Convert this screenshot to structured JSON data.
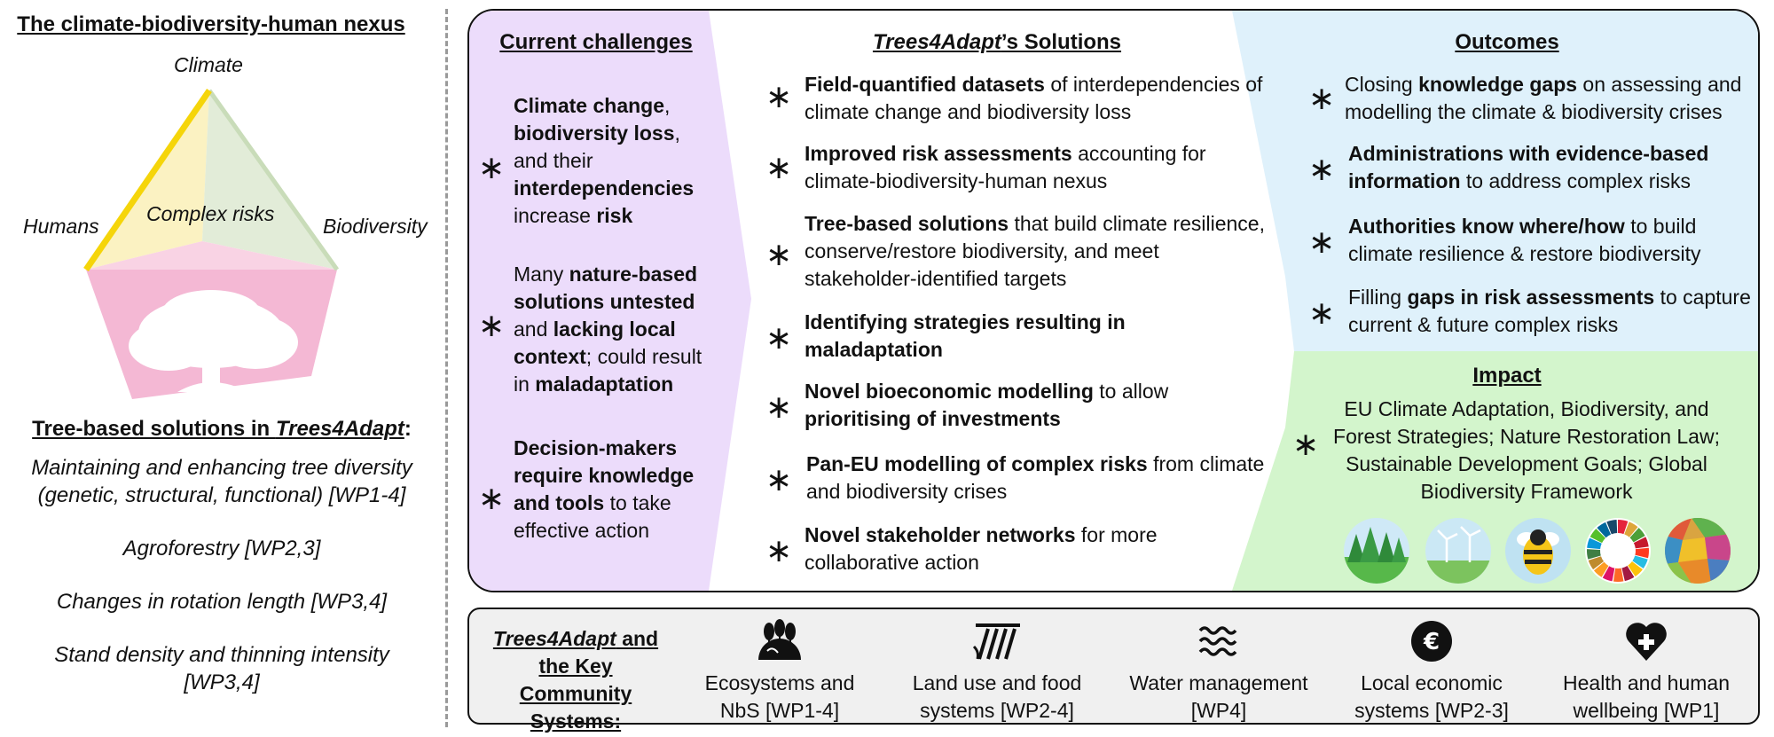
{
  "nexus": {
    "title": "The climate-biodiversity-human nexus",
    "climate": "Climate",
    "humans": "Humans",
    "biodiversity": "Biodiversity",
    "complex_risks": "Complex risks",
    "colors": {
      "climate_edge": "#f5d50a",
      "humans_face": "#fbf2c2",
      "bio_face": "#e2ecd8",
      "bottom_face": "#f4b8d4"
    }
  },
  "tree_solutions": {
    "title_prefix": "Tree-based solutions in ",
    "title_name": "Trees4Adapt",
    "title_suffix": ":",
    "items": [
      "Maintaining and enhancing tree diversity (genetic, structural, functional) [WP1-4]",
      "Agroforestry [WP2,3]",
      "Changes in rotation length [WP3,4]",
      "Stand density and thinning intensity [WP3,4]"
    ]
  },
  "challenges": {
    "header": "Current challenges",
    "color": "#ecdcfb",
    "items": [
      {
        "parts": [
          [
            "Climate change",
            true
          ],
          [
            ", ",
            false
          ],
          [
            "biodiversity loss",
            true
          ],
          [
            ", and their ",
            false
          ],
          [
            "interdependencies",
            true
          ],
          [
            " increase ",
            false
          ],
          [
            "risk",
            true
          ]
        ]
      },
      {
        "parts": [
          [
            "Many ",
            false
          ],
          [
            "nature-based solutions untested",
            true
          ],
          [
            " and ",
            false
          ],
          [
            "lacking local context",
            true
          ],
          [
            "; could result in ",
            false
          ],
          [
            "maladaptation",
            true
          ]
        ]
      },
      {
        "parts": [
          [
            "Decision-makers require knowledge and tools",
            true
          ],
          [
            " to take effective action",
            false
          ]
        ]
      }
    ]
  },
  "solutions": {
    "header_name": "Trees4Adapt",
    "header_suffix": "’s Solutions",
    "items": [
      {
        "parts": [
          [
            "Field-quantified datasets",
            true
          ],
          [
            " of interdependencies of climate change and biodiversity loss",
            false
          ]
        ]
      },
      {
        "parts": [
          [
            "Improved risk assessments",
            true
          ],
          [
            " accounting for climate-biodiversity-human nexus",
            false
          ]
        ]
      },
      {
        "parts": [
          [
            "Tree-based solutions",
            true
          ],
          [
            " that build climate resilience, conserve/restore biodiversity, and meet stakeholder-identified targets",
            false
          ]
        ]
      },
      {
        "parts": [
          [
            "Identifying strategies resulting in maladaptation",
            true
          ]
        ]
      },
      {
        "parts": [
          [
            "Novel bioeconomic modelling",
            true
          ],
          [
            " to allow ",
            false
          ],
          [
            "prioritising of investments",
            true
          ]
        ]
      },
      {
        "parts": [
          [
            "Pan-EU modelling of complex risks",
            true
          ],
          [
            " from climate and biodiversity crises",
            false
          ]
        ]
      },
      {
        "parts": [
          [
            "Novel stakeholder networks",
            true
          ],
          [
            " for more collaborative action",
            false
          ]
        ]
      }
    ]
  },
  "outcomes": {
    "header": "Outcomes",
    "color": "#dff1fb",
    "items": [
      {
        "parts": [
          [
            "Closing ",
            false
          ],
          [
            "knowledge gaps",
            true
          ],
          [
            " on assessing and modelling the climate & biodiversity crises",
            false
          ]
        ]
      },
      {
        "parts": [
          [
            "Administrations with evidence-based information",
            true
          ],
          [
            " to address complex risks",
            false
          ]
        ]
      },
      {
        "parts": [
          [
            "Authorities know where/how",
            true
          ],
          [
            " to build climate resilience & restore biodiversity",
            false
          ]
        ]
      },
      {
        "parts": [
          [
            "Filling ",
            false
          ],
          [
            "gaps in risk assessments",
            true
          ],
          [
            " to capture current & future complex risks",
            false
          ]
        ]
      }
    ]
  },
  "impact": {
    "header": "Impact",
    "color": "#d3f5cc",
    "text": "EU Climate Adaptation, Biodiversity, and Forest Strategies; Nature Restoration Law; Sustainable Development Goals; Global Biodiversity Framework",
    "logos": [
      "forest-logo",
      "wind-turbine-logo",
      "bee-logo",
      "sdg-wheel-logo",
      "biodiversity-mosaic-logo"
    ]
  },
  "asterisk": "∗",
  "community": {
    "title_name": "Trees4Adapt",
    "title_rest": " and the Key Community Systems:",
    "systems": [
      {
        "icon": "ecosystems-icon",
        "label": "Ecosystems and NbS [WP1-4]"
      },
      {
        "icon": "land-use-icon",
        "label": "Land use and food systems [WP2-4]"
      },
      {
        "icon": "water-icon",
        "label": "Water management [WP4]"
      },
      {
        "icon": "euro-icon",
        "label": "Local economic systems [WP2-3]"
      },
      {
        "icon": "health-icon",
        "label": "Health and human wellbeing [WP1]"
      }
    ]
  }
}
